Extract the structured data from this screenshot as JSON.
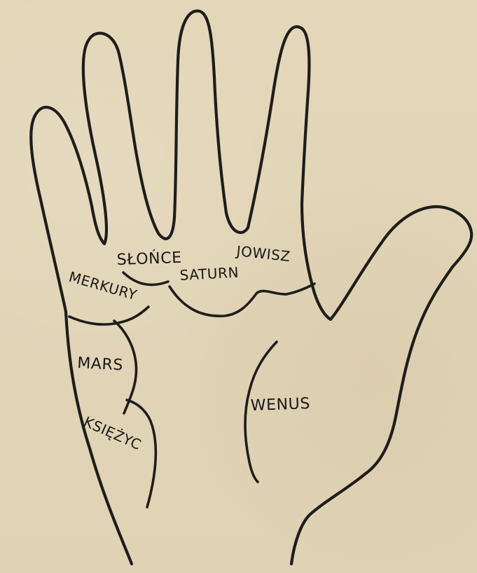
{
  "labels": {
    "slonce": "SŁOŃCE",
    "jowisz": "JOWISZ",
    "merkury": "MERKURY",
    "saturn": "SATURN",
    "mars": "MARS",
    "ksiezyc": "KSIĘŻYC",
    "wenus": "WENUS"
  },
  "colors": {
    "paper": "#e3d6b8",
    "ink": "#1f1d1a"
  }
}
